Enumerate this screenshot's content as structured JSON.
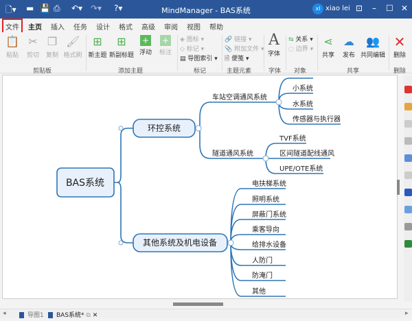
{
  "window": {
    "title": "MindManager - BAS系统",
    "user_initials": "xl",
    "user_name": "xiao lei"
  },
  "tabs": [
    "文件",
    "主页",
    "插入",
    "任务",
    "设计",
    "格式",
    "高级",
    "审阅",
    "视图",
    "帮助"
  ],
  "ribbon": {
    "clipboard": {
      "label": "剪贴板",
      "items": [
        "粘贴",
        "剪切",
        "复制",
        "格式刷"
      ]
    },
    "add_topic": {
      "label": "添加主题",
      "items": [
        "新主题",
        "新副标题",
        "浮动",
        "标注"
      ]
    },
    "markers": {
      "label": "标记",
      "items": [
        "图标",
        "标记",
        "导图索引"
      ]
    },
    "topic_elements": {
      "label": "主题元素",
      "items": [
        "链接",
        "附加文件",
        "便笺"
      ]
    },
    "font": {
      "label": "字体",
      "items": [
        "字体"
      ]
    },
    "objects": {
      "label": "对象",
      "items": [
        "关系",
        "边界"
      ]
    },
    "share": {
      "label": "共享",
      "items": [
        "共享",
        "发布",
        "共同编辑"
      ]
    },
    "delete": {
      "label": "删除",
      "items": [
        "删除"
      ]
    }
  },
  "map": {
    "central": "BAS系统",
    "main1": "环控系统",
    "main2": "其他系统及机电设备",
    "sub1": "车站空调通风系统",
    "sub1_children": [
      "小系统",
      "水系统",
      "传感器与执行器"
    ],
    "sub2": "隧道通风系统",
    "sub2_children": [
      "TVF系统",
      "区间隧道配线通风",
      "UPE/OTE系统"
    ],
    "main2_children": [
      "电扶梯系统",
      "照明系统",
      "屏蔽门系统",
      "乘客导向",
      "给排水设备",
      "人防门",
      "防淹门",
      "其他"
    ]
  },
  "doc_tabs": [
    "导图1",
    "BAS系统*"
  ],
  "colors": {
    "titlebar": "#2b579a",
    "branch": "#2e75b6",
    "topic_fill": "#e8f1fb",
    "file_highlight": "#e02020"
  }
}
